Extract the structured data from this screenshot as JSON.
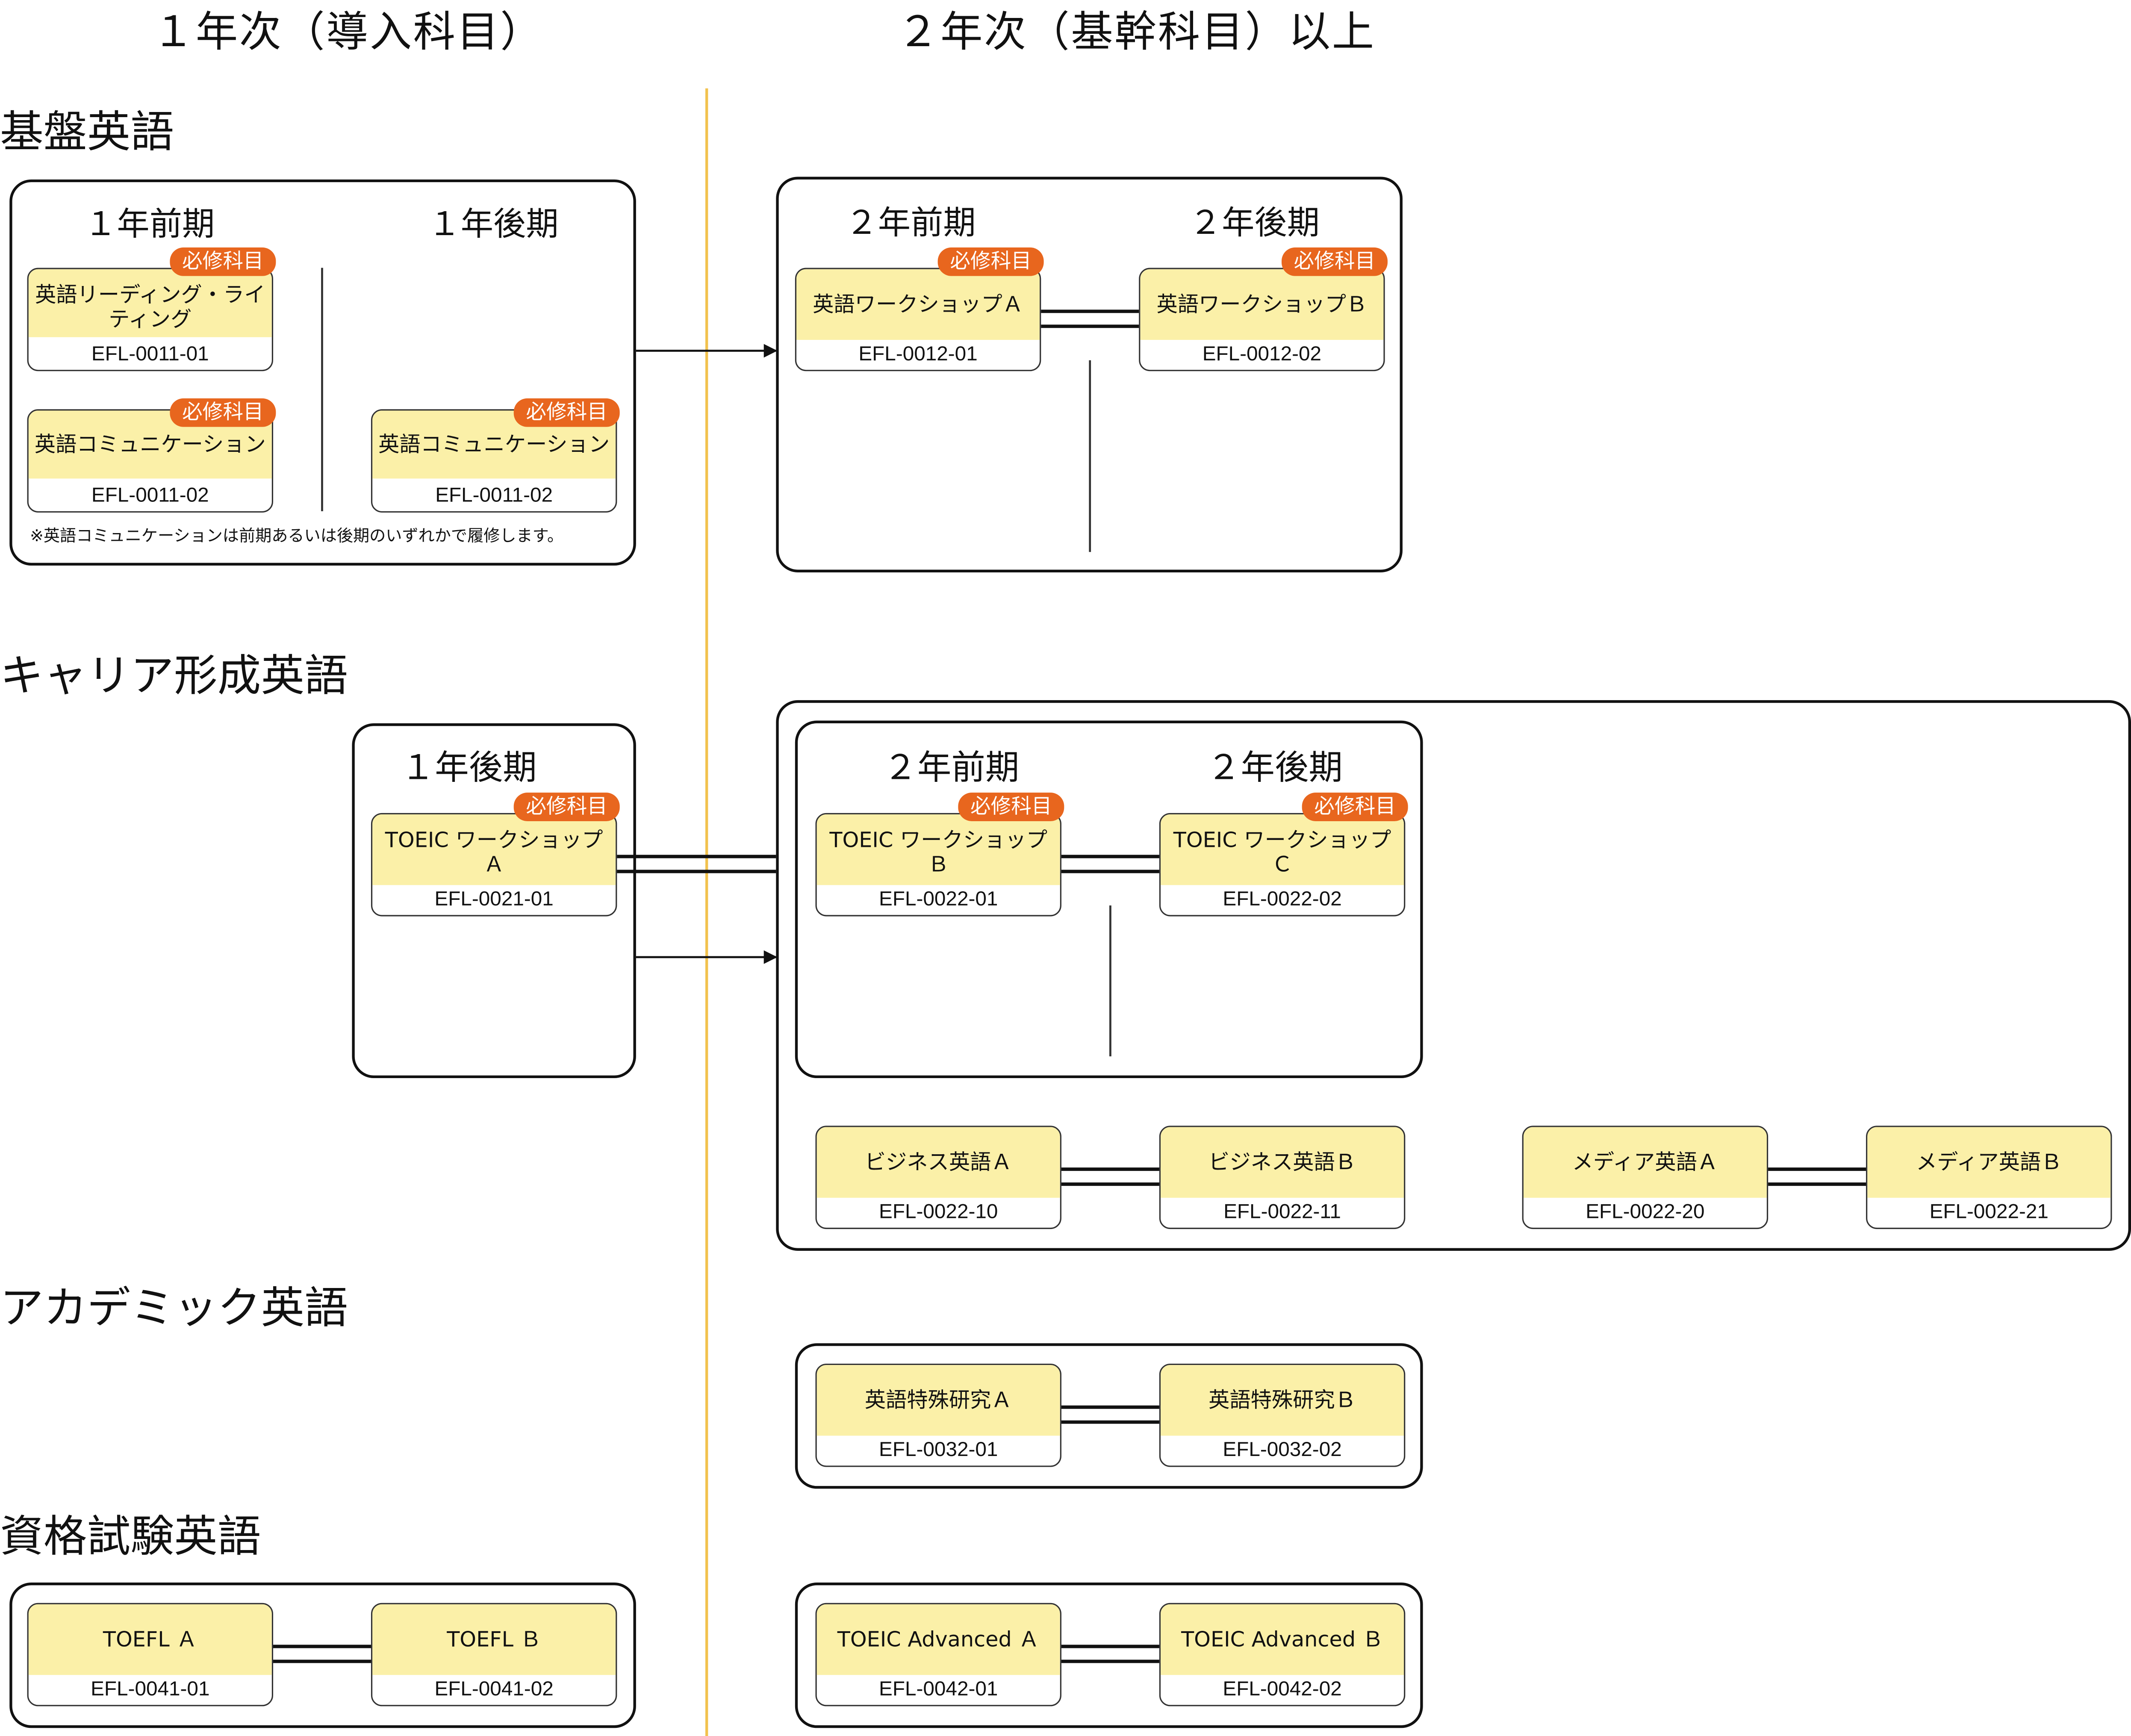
{
  "columns": {
    "year1": "１年次（導入科目）",
    "year2": "２年次（基幹科目）以上"
  },
  "sections": {
    "basic": "基盤英語",
    "career": "キャリア形成英語",
    "academic": "アカデミック英語",
    "exam": "資格試験英語"
  },
  "terms": {
    "y1_first": "１年前期",
    "y1_second": "１年後期",
    "y2_first": "２年前期",
    "y2_second": "２年後期"
  },
  "badge": "必修科目",
  "note": "※英語コミュニケーションは前期あるいは後期のいずれかで履修します。",
  "courses": {
    "reading_writing": {
      "name": "英語リーディング・ライティング",
      "code": "EFL-0011-01"
    },
    "comm_first": {
      "name": "英語コミュニケーション",
      "code": "EFL-0011-02"
    },
    "comm_second": {
      "name": "英語コミュニケーション",
      "code": "EFL-0011-02"
    },
    "workshop_a": {
      "name": "英語ワークショップＡ",
      "code": "EFL-0012-01"
    },
    "workshop_b": {
      "name": "英語ワークショップＢ",
      "code": "EFL-0012-02"
    },
    "toeic_ws_a": {
      "name": "TOEIC ワークショップＡ",
      "code": "EFL-0021-01"
    },
    "toeic_ws_b": {
      "name": "TOEIC ワークショップＢ",
      "code": "EFL-0022-01"
    },
    "toeic_ws_c": {
      "name": "TOEIC ワークショップＣ",
      "code": "EFL-0022-02"
    },
    "business_a": {
      "name": "ビジネス英語Ａ",
      "code": "EFL-0022-10"
    },
    "business_b": {
      "name": "ビジネス英語Ｂ",
      "code": "EFL-0022-11"
    },
    "media_a": {
      "name": "メディア英語Ａ",
      "code": "EFL-0022-20"
    },
    "media_b": {
      "name": "メディア英語Ｂ",
      "code": "EFL-0022-21"
    },
    "special_a": {
      "name": "英語特殊研究Ａ",
      "code": "EFL-0032-01"
    },
    "special_b": {
      "name": "英語特殊研究Ｂ",
      "code": "EFL-0032-02"
    },
    "toefl_a": {
      "name": "TOEFL Ａ",
      "code": "EFL-0041-01"
    },
    "toefl_b": {
      "name": "TOEFL Ｂ",
      "code": "EFL-0041-02"
    },
    "toeic_adv_a": {
      "name": "TOEIC Advanced Ａ",
      "code": "EFL-0042-01"
    },
    "toeic_adv_b": {
      "name": "TOEIC Advanced Ｂ",
      "code": "EFL-0042-02"
    }
  },
  "colors": {
    "divider": "#f2c24e",
    "badge": "#e8661e",
    "card_fill": "#fbf0a8",
    "line": "#111111"
  }
}
